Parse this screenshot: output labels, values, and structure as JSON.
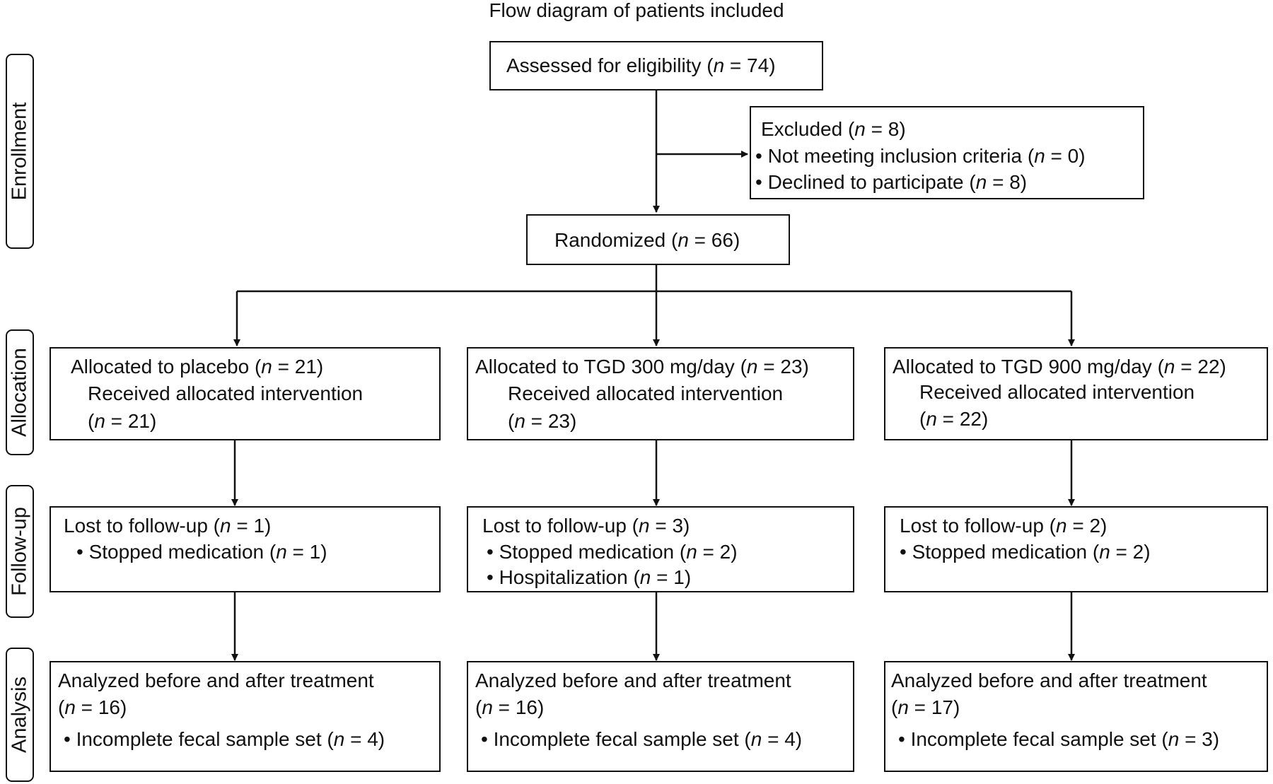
{
  "title": "Flow diagram of patients included",
  "stages": {
    "enrollment": "Enrollment",
    "allocation": "Allocation",
    "followup": "Follow-up",
    "analysis": "Analysis"
  },
  "assessed": {
    "label": "Assessed for eligibility (",
    "n_var": "n",
    "n_rest": " = 74)"
  },
  "excluded": {
    "header": {
      "label": "Excluded (",
      "n_var": "n",
      "n_rest": " = 8)"
    },
    "items": [
      {
        "label": "• Not meeting inclusion criteria (",
        "n_var": "n",
        "n_rest": " = 0)"
      },
      {
        "label": "• Declined to participate (",
        "n_var": "n",
        "n_rest": " = 8)"
      }
    ]
  },
  "randomized": {
    "label": "Randomized (",
    "n_var": "n",
    "n_rest": " = 66)"
  },
  "arms": [
    {
      "allocated": {
        "label": "Allocated to placebo (",
        "n_var": "n",
        "n_rest": " = 21)"
      },
      "received": "Received allocated intervention",
      "received_n": {
        "prefix": "(",
        "n_var": "n",
        "n_rest": " = 21)"
      },
      "lost": {
        "label": "Lost to follow-up (",
        "n_var": "n",
        "n_rest": " = 1)"
      },
      "reasons": [
        {
          "label": "• Stopped medication (",
          "n_var": "n",
          "n_rest": " = 1)"
        }
      ],
      "analyzed": "Analyzed before and after treatment",
      "analyzed_n": {
        "prefix": "(",
        "n_var": "n",
        "n_rest": " = 16)"
      },
      "incomplete": {
        "label": "• Incomplete fecal sample set (",
        "n_var": "n",
        "n_rest": " = 4)"
      }
    },
    {
      "allocated": {
        "label": "Allocated to TGD 300 mg/day (",
        "n_var": "n",
        "n_rest": " = 23)"
      },
      "received": "Received allocated intervention",
      "received_n": {
        "prefix": "(",
        "n_var": "n",
        "n_rest": " = 23)"
      },
      "lost": {
        "label": "Lost to follow-up (",
        "n_var": "n",
        "n_rest": " = 3)"
      },
      "reasons": [
        {
          "label": "• Stopped medication (",
          "n_var": "n",
          "n_rest": " = 2)"
        },
        {
          "label": "• Hospitalization (",
          "n_var": "n",
          "n_rest": " = 1)"
        }
      ],
      "analyzed": "Analyzed before and after treatment",
      "analyzed_n": {
        "prefix": "(",
        "n_var": "n",
        "n_rest": " = 16)"
      },
      "incomplete": {
        "label": "• Incomplete fecal sample set (",
        "n_var": "n",
        "n_rest": " = 4)"
      }
    },
    {
      "allocated": {
        "label": "Allocated to TGD 900 mg/day (",
        "n_var": "n",
        "n_rest": " = 22)"
      },
      "received": "Received allocated intervention",
      "received_n": {
        "prefix": "(",
        "n_var": "n",
        "n_rest": " = 22)"
      },
      "lost": {
        "label": "Lost to follow-up (",
        "n_var": "n",
        "n_rest": " = 2)"
      },
      "reasons": [
        {
          "label": "• Stopped medication (",
          "n_var": "n",
          "n_rest": " = 2)"
        }
      ],
      "analyzed": "Analyzed before and after treatment",
      "analyzed_n": {
        "prefix": "(",
        "n_var": "n",
        "n_rest": " = 17)"
      },
      "incomplete": {
        "label": "• Incomplete fecal sample set (",
        "n_var": "n",
        "n_rest": " = 3)"
      }
    }
  ]
}
